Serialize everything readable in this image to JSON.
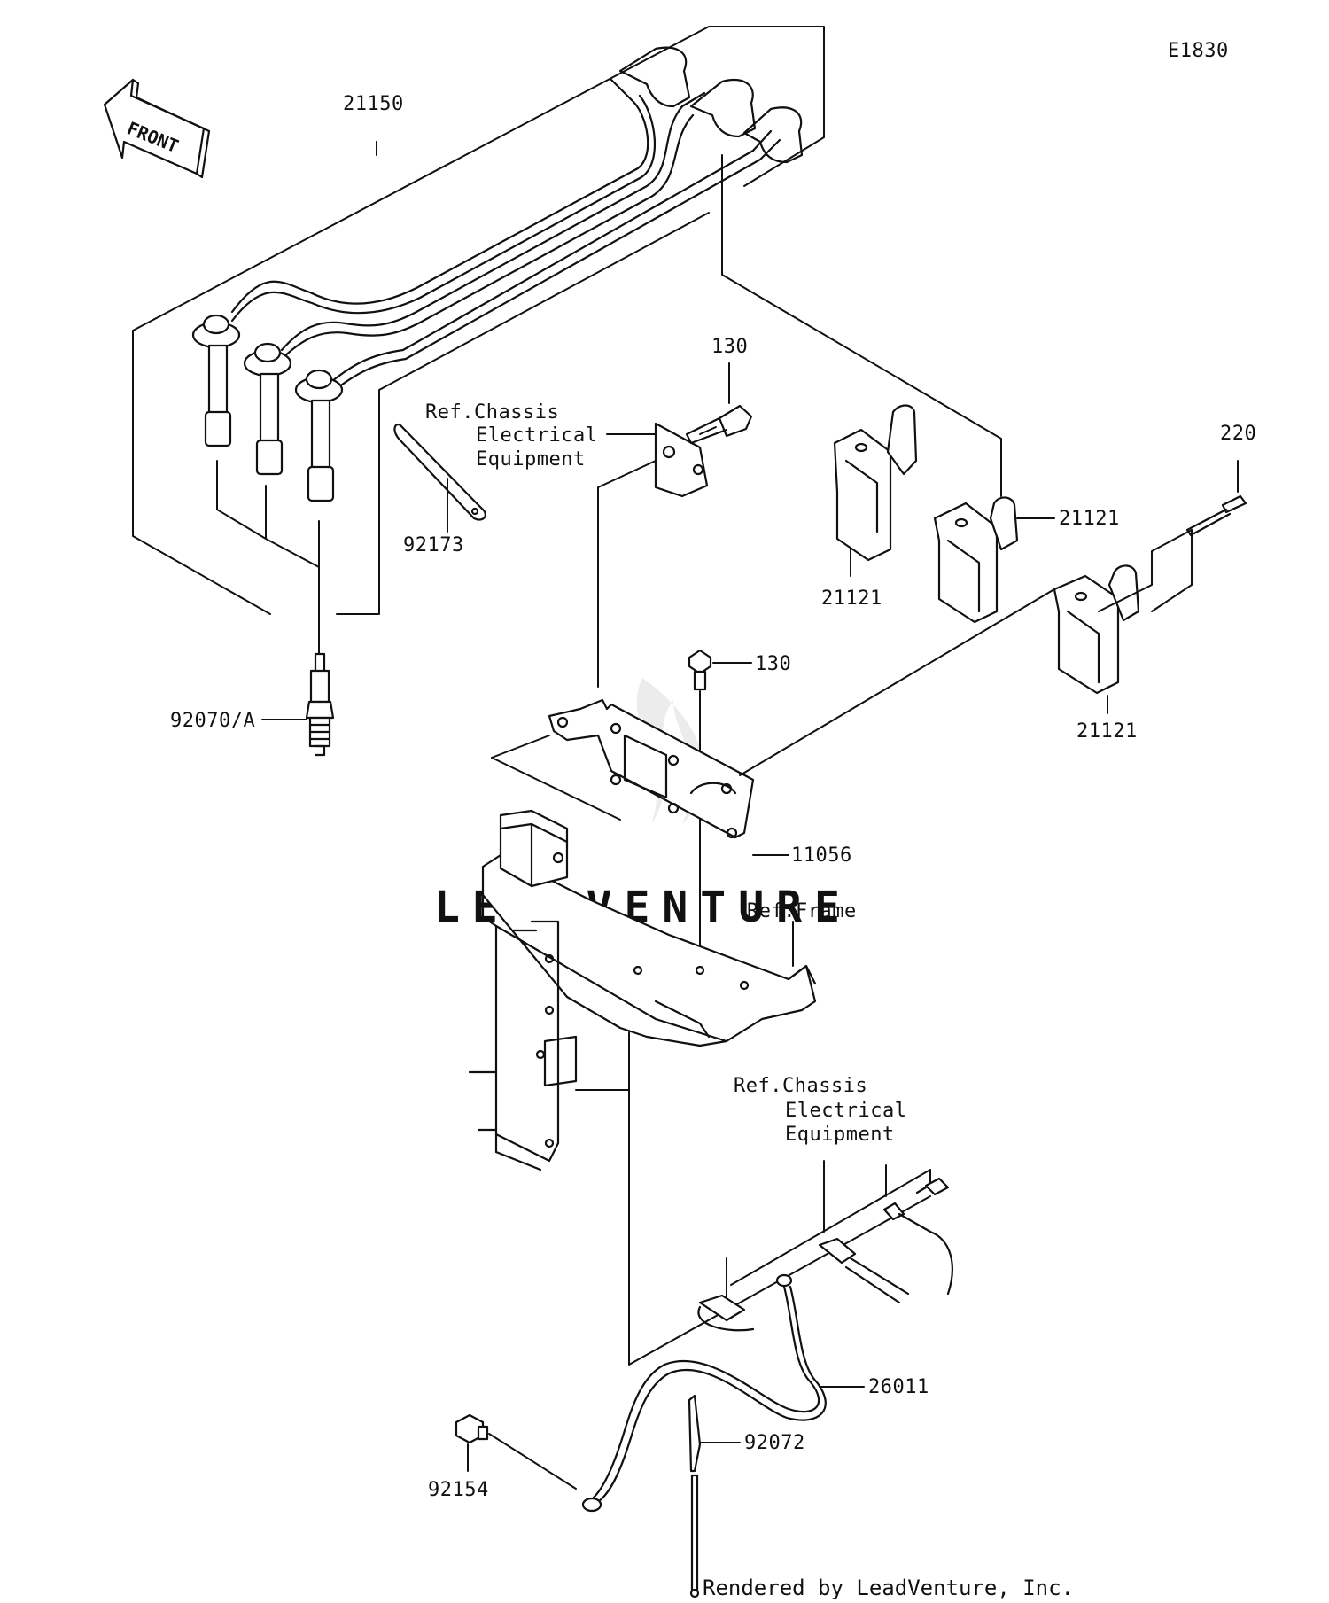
{
  "diagram_code": "E1830",
  "front_label": "FRONT",
  "watermark": "LEADVENTURE",
  "credit": "Rendered by LeadVenture, Inc.",
  "labels": {
    "p21150": "21150",
    "p130_top": "130",
    "p130_mid": "130",
    "p220": "220",
    "p21121_a": "21121",
    "p21121_b": "21121",
    "p21121_c": "21121",
    "p92173": "92173",
    "p92070": "92070/A",
    "p11056": "11056",
    "p26011": "26011",
    "p92072": "92072",
    "p92154": "92154"
  },
  "references": {
    "chassis_top": [
      "Ref.Chassis",
      "Electrical",
      "Equipment"
    ],
    "frame": "Ref.Frame",
    "chassis_bottom": [
      "Ref.Chassis",
      "Electrical",
      "Equipment"
    ]
  }
}
